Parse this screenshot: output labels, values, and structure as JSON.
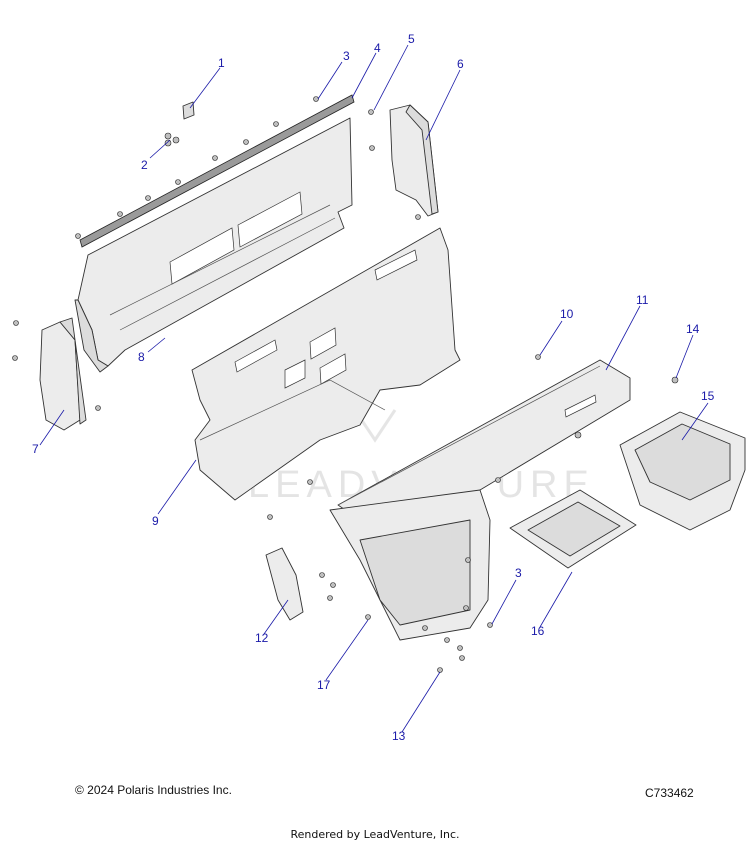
{
  "diagram": {
    "watermark": "LEADVENTURE",
    "callouts": [
      {
        "id": "callout-1",
        "label": "1"
      },
      {
        "id": "callout-2",
        "label": "2"
      },
      {
        "id": "callout-3a",
        "label": "3"
      },
      {
        "id": "callout-4",
        "label": "4"
      },
      {
        "id": "callout-5",
        "label": "5"
      },
      {
        "id": "callout-6",
        "label": "6"
      },
      {
        "id": "callout-7",
        "label": "7"
      },
      {
        "id": "callout-8",
        "label": "8"
      },
      {
        "id": "callout-9",
        "label": "9"
      },
      {
        "id": "callout-10",
        "label": "10"
      },
      {
        "id": "callout-11",
        "label": "11"
      },
      {
        "id": "callout-12",
        "label": "12"
      },
      {
        "id": "callout-13",
        "label": "13"
      },
      {
        "id": "callout-14",
        "label": "14"
      },
      {
        "id": "callout-15",
        "label": "15"
      },
      {
        "id": "callout-16",
        "label": "16"
      },
      {
        "id": "callout-17",
        "label": "17"
      },
      {
        "id": "callout-3b",
        "label": "3"
      }
    ],
    "colors": {
      "callout": "#1a1aa8",
      "outline": "#333333",
      "fill": "#ececec"
    }
  },
  "footer": {
    "copyright": "© 2024 Polaris Industries Inc.",
    "figure_id": "C733462",
    "rendered_by": "Rendered by LeadVenture, Inc."
  }
}
